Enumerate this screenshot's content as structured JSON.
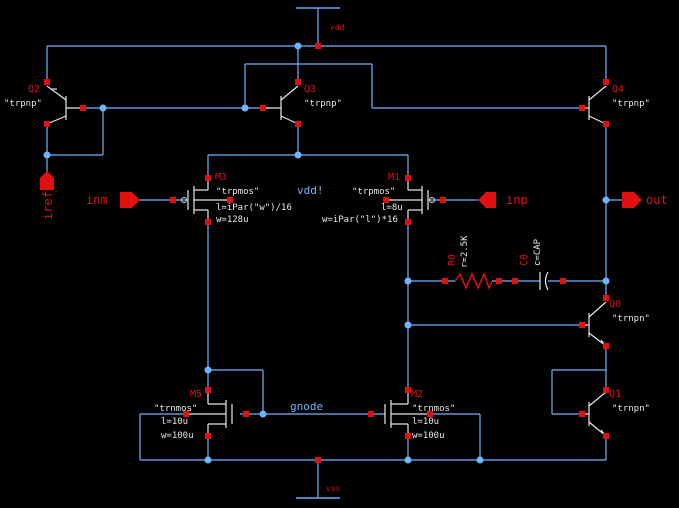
{
  "colors": {
    "background": "#000000",
    "wire": "#6fb4ff",
    "device": "#e8e8e8",
    "label": "#e01010",
    "pin": "#e01010",
    "node_dot": "#6fb4ff",
    "terminal": "#e01010"
  },
  "supplies": {
    "top": "vdd",
    "bottom": "vss"
  },
  "pins": {
    "iref": "iref",
    "inm": "inm",
    "inp": "inp",
    "out": "out"
  },
  "nets": {
    "vdd_bang": "vdd!",
    "gnode": "gnode"
  },
  "devices": {
    "Q2": {
      "name": "Q2",
      "model": "\"trpnp\""
    },
    "Q3": {
      "name": "Q3",
      "model": "\"trpnp\""
    },
    "Q4": {
      "name": "Q4",
      "model": "\"trpnp\""
    },
    "M3": {
      "name": "M3",
      "model": "\"trpmos\"",
      "l": "l=iPar(\"w\")/16",
      "w": "w=128u"
    },
    "M1": {
      "name": "M1",
      "model": "\"trpmos\"",
      "l": "l=8u",
      "w": "w=iPar(\"l\")*16"
    },
    "M5": {
      "name": "M5",
      "model": "\"trnmos\"",
      "l": "l=10u",
      "w": "w=100u"
    },
    "M2": {
      "name": "M2",
      "model": "\"trnmos\"",
      "l": "l=10u",
      "w": "w=100u"
    },
    "Q0": {
      "name": "Q0",
      "model": "\"trnpn\""
    },
    "Q1": {
      "name": "Q1",
      "model": "\"trnpn\""
    },
    "R0": {
      "name": "R0",
      "value": "r=2.5K"
    },
    "C0": {
      "name": "C0",
      "value": "c=CAP"
    }
  }
}
